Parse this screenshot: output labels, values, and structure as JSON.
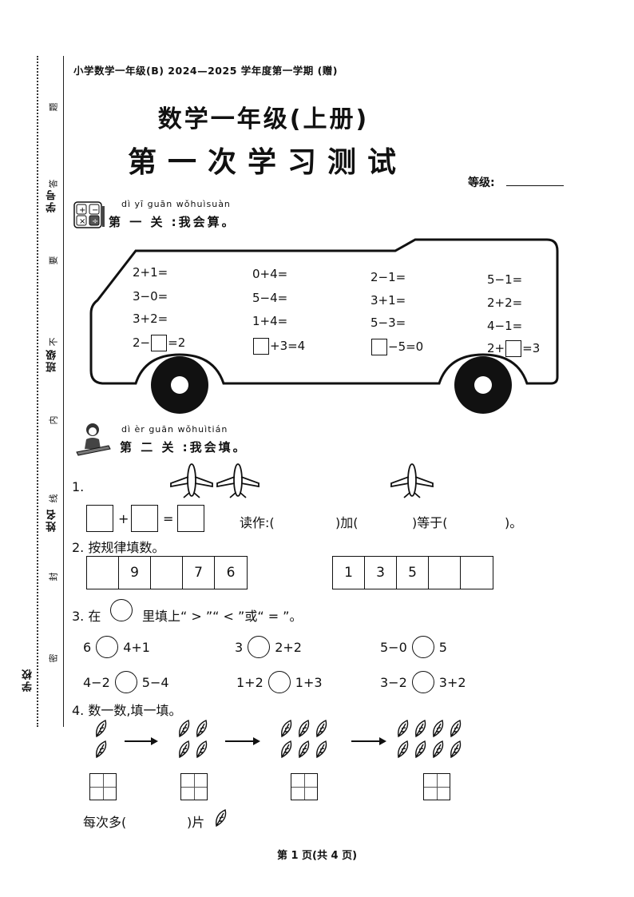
{
  "margin": {
    "labels": [
      "学号",
      "班级",
      "姓名",
      "学校"
    ],
    "seal_chars": [
      "题",
      "答",
      "要",
      "不",
      "内",
      "线",
      "封",
      "密"
    ]
  },
  "header": {
    "line": "小学数学一年级(B)   2024—2025 学年度第一学期   (赠)",
    "title1": "数学一年级(上册)",
    "title2": "第一次学习测试",
    "grade_label": "等级:"
  },
  "section1": {
    "pinyin": "dì yī guān   wǒhuìsuàn",
    "title": "第 一 关 :我会算。",
    "columns": [
      [
        "2+1=",
        "3−0=",
        "3+2=",
        {
          "pre": "2−",
          "post": "=2"
        }
      ],
      [
        "0+4=",
        "5−4=",
        "1+4=",
        {
          "pre": "",
          "post": "+3=4"
        }
      ],
      [
        "2−1=",
        "3+1=",
        "5−3=",
        {
          "pre": "",
          "post": "−5=0"
        }
      ],
      [
        "5−1=",
        "2+2=",
        "4−1=",
        {
          "pre": "2+",
          "post": "=3"
        }
      ]
    ]
  },
  "section2": {
    "pinyin": "dì èr guān   wǒhuìtián",
    "title": "第 二 关 :我会填。",
    "q1": {
      "num": "1.",
      "plus": "+",
      "equals": "=",
      "read_as": "读作:(",
      "add": ")加(",
      "equal_to": ")等于(",
      "end": ")。"
    },
    "q2": {
      "title": "2. 按规律填数。",
      "row1": [
        "",
        "9",
        "",
        "7",
        "6"
      ],
      "row2": [
        "1",
        "3",
        "5",
        "",
        ""
      ]
    },
    "q3": {
      "title_pre": "3. 在",
      "title_post": "里填上“ > ”“ < ”或“ = ”。",
      "items": [
        {
          "left": "6",
          "right": "4+1"
        },
        {
          "left": "3",
          "right": "2+2"
        },
        {
          "left": "5−0",
          "right": "5"
        },
        {
          "left": "4−2",
          "right": "5−4"
        },
        {
          "left": "1+2",
          "right": "1+3"
        },
        {
          "left": "3−2",
          "right": "3+2"
        }
      ]
    },
    "q4": {
      "title": "4. 数一数,填一填。",
      "groups": [
        2,
        4,
        6,
        8
      ],
      "each_pre": "每次多(",
      "each_post": ")片"
    }
  },
  "footer": "第 1 页(共 4 页)"
}
